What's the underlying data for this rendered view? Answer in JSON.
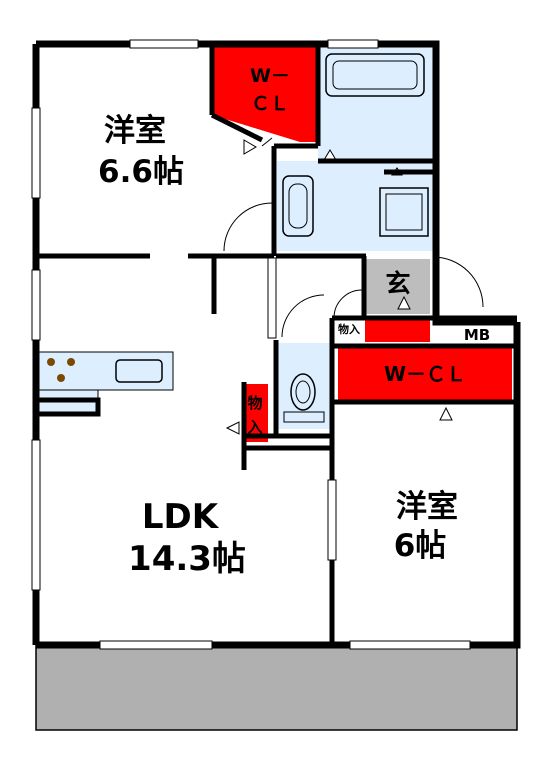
{
  "colors": {
    "wall": "#000000",
    "closet": "#ff0000",
    "wet_area": "#ddeeff",
    "entrance": "#bdbdbd",
    "balcony": "#b0b0b0",
    "floor": "#ffffff"
  },
  "rooms": {
    "western_room_1": {
      "name": "洋室",
      "size": "6.6帖"
    },
    "walk_in_closet_1": {
      "line1": "W－",
      "line2": "ＣＬ"
    },
    "ldk": {
      "name": "LDK",
      "size": "14.3帖"
    },
    "storage_1": {
      "line1": "物",
      "line2": "入"
    },
    "entrance": {
      "name": "玄"
    },
    "storage_2": {
      "name": "物入"
    },
    "meter_box": {
      "name": "MB"
    },
    "walk_in_closet_2": {
      "name": "W－ＣＬ"
    },
    "western_room_2": {
      "name": "洋室",
      "size": "6帖"
    }
  }
}
